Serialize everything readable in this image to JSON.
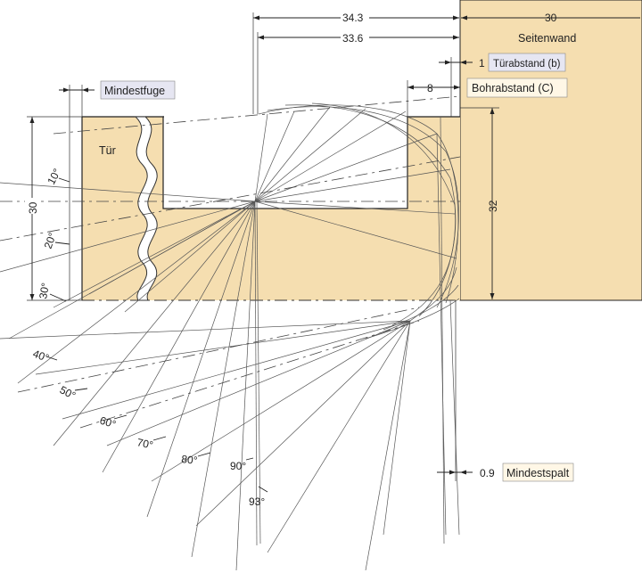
{
  "colors": {
    "wood": "#f5deb0",
    "label_bg": "#e6e6f2",
    "label_bg2": "#fff7e6",
    "line": "#222222"
  },
  "dimensions": {
    "d343": "34.3",
    "d336": "33.6",
    "d30_top": "30",
    "d8": "8",
    "d1": "1",
    "d32": "32",
    "d30_left": "30",
    "d09": "0.9"
  },
  "labels": {
    "seitenwand": "Seitenwand",
    "tur": "Tür",
    "mindestfuge": "Mindestfuge",
    "turabstand": "Türabstand (b)",
    "bohrabstand": "Bohrabstand (C)",
    "mindestspalt": "Mindestspalt"
  },
  "angles": [
    "10°",
    "20°",
    "30°",
    "40°",
    "50°",
    "60°",
    "70°",
    "80°",
    "90°",
    "93°"
  ]
}
